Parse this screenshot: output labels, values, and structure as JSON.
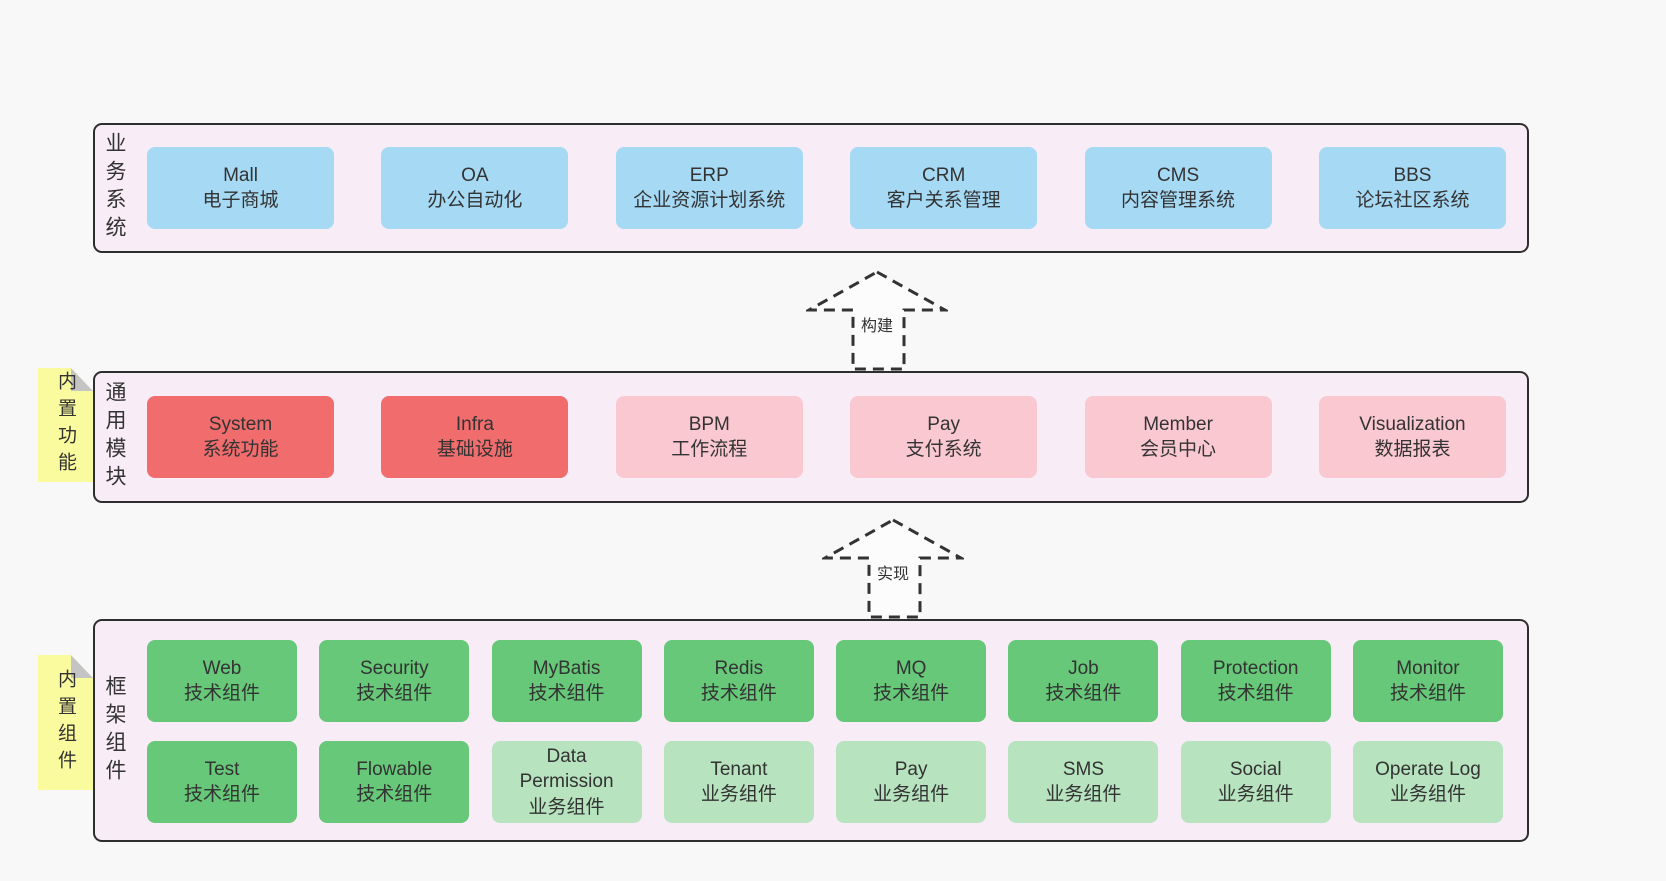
{
  "colors": {
    "page_bg": "#f8f8f8",
    "panel_bg": "#f8edf6",
    "panel_border": "#2e2e2e",
    "business_box_blue": "#a6d9f4",
    "module_box_red": "#f16c6c",
    "module_box_pink": "#fac8d1",
    "component_box_green": "#66c878",
    "component_box_light_green": "#b7e3bf",
    "sticky_yellow": "#fafa9e",
    "sticky_fold_gray": "#c4c4c4",
    "text": "#333333"
  },
  "arrows": {
    "build": {
      "label": "构建"
    },
    "implement": {
      "label": "实现"
    }
  },
  "stickies": {
    "builtin_features": {
      "text": "内置功能"
    },
    "builtin_components": {
      "text": "内置组件"
    }
  },
  "layers": {
    "business": {
      "label": "业务系统",
      "items": [
        {
          "name": "Mall",
          "desc": "电子商城"
        },
        {
          "name": "OA",
          "desc": "办公自动化"
        },
        {
          "name": "ERP",
          "desc": "企业资源计划系统"
        },
        {
          "name": "CRM",
          "desc": "客户关系管理"
        },
        {
          "name": "CMS",
          "desc": "内容管理系统"
        },
        {
          "name": "BBS",
          "desc": "论坛社区系统"
        }
      ]
    },
    "modules": {
      "label": "通用模块",
      "items": [
        {
          "name": "System",
          "desc": "系统功能",
          "variant": "red"
        },
        {
          "name": "Infra",
          "desc": "基础设施",
          "variant": "red"
        },
        {
          "name": "BPM",
          "desc": "工作流程",
          "variant": "pink"
        },
        {
          "name": "Pay",
          "desc": "支付系统",
          "variant": "pink"
        },
        {
          "name": "Member",
          "desc": "会员中心",
          "variant": "pink"
        },
        {
          "name": "Visualization",
          "desc": "数据报表",
          "variant": "pink"
        }
      ]
    },
    "framework": {
      "label": "框架组件",
      "row1": [
        {
          "name": "Web",
          "desc": "技术组件",
          "variant": "green"
        },
        {
          "name": "Security",
          "desc": "技术组件",
          "variant": "green"
        },
        {
          "name": "MyBatis",
          "desc": "技术组件",
          "variant": "green"
        },
        {
          "name": "Redis",
          "desc": "技术组件",
          "variant": "green"
        },
        {
          "name": "MQ",
          "desc": "技术组件",
          "variant": "green"
        },
        {
          "name": "Job",
          "desc": "技术组件",
          "variant": "green"
        },
        {
          "name": "Protection",
          "desc": "技术组件",
          "variant": "green"
        },
        {
          "name": "Monitor",
          "desc": "技术组件",
          "variant": "green"
        }
      ],
      "row2": [
        {
          "name": "Test",
          "desc": "技术组件",
          "variant": "green"
        },
        {
          "name": "Flowable",
          "desc": "技术组件",
          "variant": "green"
        },
        {
          "name": "Data Permission",
          "desc": "业务组件",
          "variant": "lightgreen"
        },
        {
          "name": "Tenant",
          "desc": "业务组件",
          "variant": "lightgreen"
        },
        {
          "name": "Pay",
          "desc": "业务组件",
          "variant": "lightgreen"
        },
        {
          "name": "SMS",
          "desc": "业务组件",
          "variant": "lightgreen"
        },
        {
          "name": "Social",
          "desc": "业务组件",
          "variant": "lightgreen"
        },
        {
          "name": "Operate Log",
          "desc": "业务组件",
          "variant": "lightgreen"
        }
      ]
    }
  }
}
